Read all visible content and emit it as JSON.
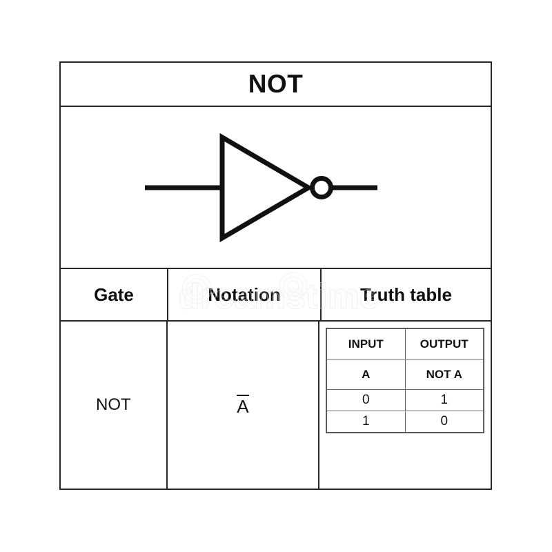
{
  "figure": {
    "title": "NOT",
    "symbol": {
      "icon": "not-gate-inverter-symbol",
      "input_line_label": "",
      "output_line_label": ""
    },
    "columns": [
      {
        "key": "gate",
        "header": "Gate"
      },
      {
        "key": "notation",
        "header": "Notation"
      },
      {
        "key": "truth",
        "header": "Truth table"
      }
    ],
    "gate_name": "NOT",
    "notation": "A",
    "notation_overbar": true,
    "truth_table": {
      "group_headers": [
        "INPUT",
        "OUTPUT"
      ],
      "sub_headers": [
        "A",
        "NOT A"
      ],
      "rows": [
        [
          "0",
          "1"
        ],
        [
          "1",
          "0"
        ]
      ]
    },
    "watermark": "dreamstime",
    "colors": {
      "ink": "#111111",
      "border": "#262626",
      "inner_border": "#6b6b6b",
      "background": "#ffffff",
      "watermark": "#e2e2e2"
    }
  }
}
